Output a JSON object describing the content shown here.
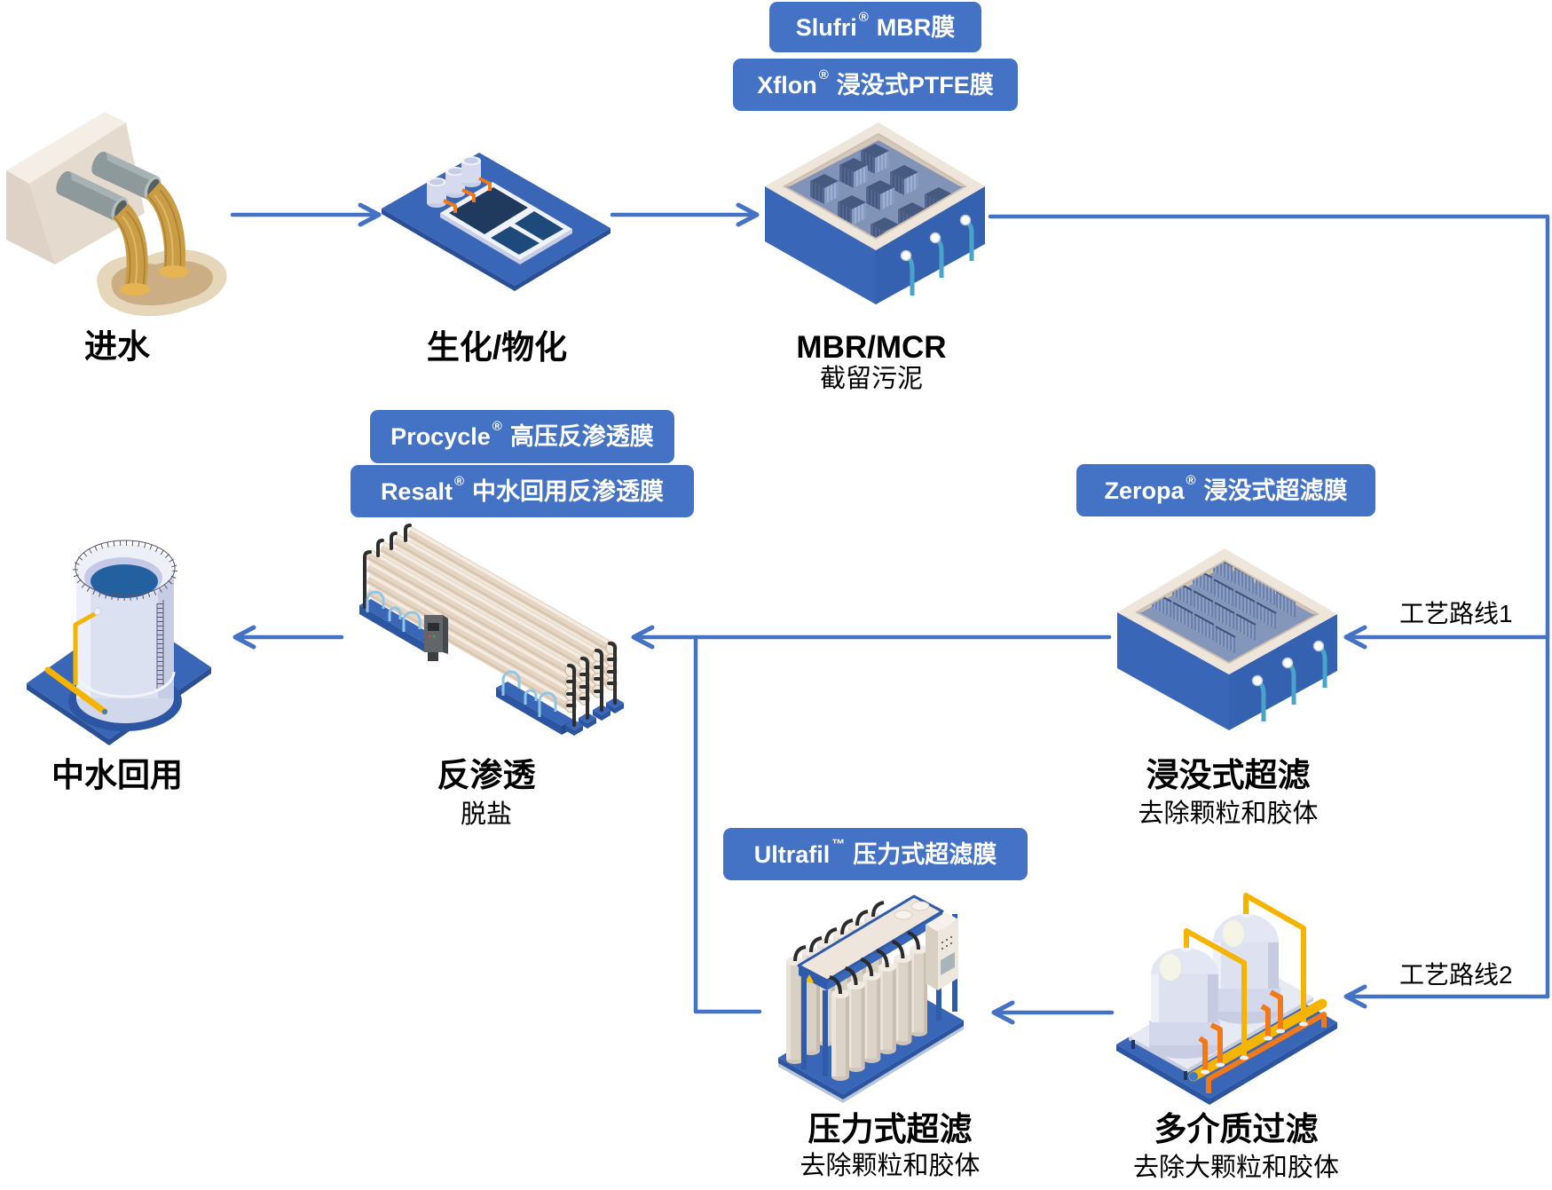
{
  "stages": {
    "intake": {
      "title": "进水",
      "icon": "sewage-outfall-icon"
    },
    "pretreatment": {
      "title": "生化/物化",
      "icon": "biochemical-basin-icon"
    },
    "mbr": {
      "title": "MBR/MCR",
      "subtitle": "截留污泥",
      "icon": "mbr-tank-icon"
    },
    "submerged_uf": {
      "title": "浸没式超滤",
      "subtitle": "去除颗粒和胶体",
      "icon": "submerged-uf-tank-icon"
    },
    "ro": {
      "title": "反渗透",
      "subtitle": "脱盐",
      "icon": "ro-rack-icon"
    },
    "reuse": {
      "title": "中水回用",
      "icon": "storage-tank-icon"
    },
    "pressure_uf": {
      "title": "压力式超滤",
      "subtitle": "去除颗粒和胶体",
      "icon": "pressure-uf-skid-icon"
    },
    "multimedia_filter": {
      "title": "多介质过滤",
      "subtitle": "去除大颗粒和胶体",
      "icon": "multimedia-filter-icon"
    }
  },
  "badges": [
    {
      "brand": "Slufri",
      "mark": "®",
      "product": "MBR膜",
      "stage": "mbr"
    },
    {
      "brand": "Xflon",
      "mark": "®",
      "product": "浸没式PTFE膜",
      "stage": "mbr"
    },
    {
      "brand": "Procycle",
      "mark": "®",
      "product": "高压反渗透膜",
      "stage": "ro"
    },
    {
      "brand": "Resalt",
      "mark": "®",
      "product": "中水回用反渗透膜",
      "stage": "ro"
    },
    {
      "brand": "Zeropa",
      "mark": "®",
      "product": "浸没式超滤膜",
      "stage": "submerged_uf"
    },
    {
      "brand": "Ultrafil",
      "mark": "™",
      "product": "压力式超滤膜",
      "stage": "pressure_uf"
    }
  ],
  "routes": [
    {
      "label": "工艺路线1",
      "to": "submerged_uf"
    },
    {
      "label": "工艺路线2",
      "to": "multimedia_filter"
    }
  ],
  "flows": [
    {
      "from": "intake",
      "to": "pretreatment"
    },
    {
      "from": "pretreatment",
      "to": "mbr"
    },
    {
      "from": "mbr",
      "to": "submerged_uf",
      "route": "工艺路线1"
    },
    {
      "from": "mbr",
      "to": "multimedia_filter",
      "route": "工艺路线2"
    },
    {
      "from": "submerged_uf",
      "to": "ro"
    },
    {
      "from": "multimedia_filter",
      "to": "pressure_uf"
    },
    {
      "from": "pressure_uf",
      "to": "ro"
    },
    {
      "from": "ro",
      "to": "reuse"
    }
  ],
  "colors": {
    "connector": "#4472C4",
    "badge_background": "#4472C4",
    "badge_text": "#FFFFFF",
    "label_text": "#000000",
    "equipment": "#3A66B7"
  }
}
